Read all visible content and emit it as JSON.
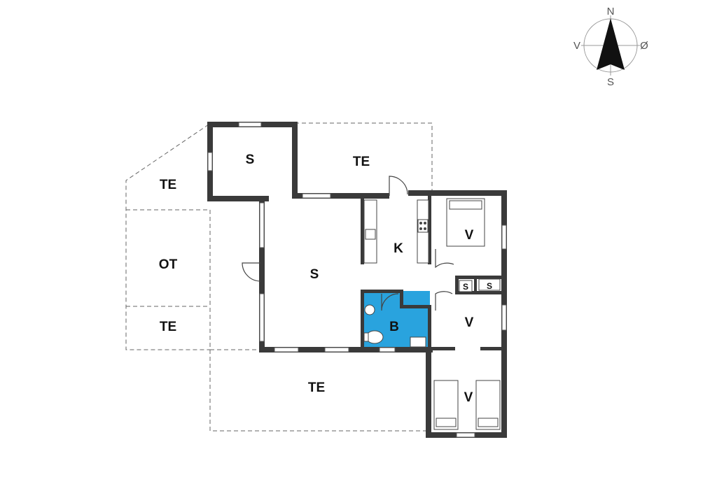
{
  "floorplan": {
    "rooms": {
      "s_top": "S",
      "te_top": "TE",
      "te_left_top": "TE",
      "ot": "OT",
      "te_left_bottom": "TE",
      "s_living": "S",
      "k": "K",
      "b": "B",
      "v_top": "V",
      "v_mid": "V",
      "v_bottom": "V",
      "te_bottom": "TE",
      "s_closet_1": "S",
      "s_closet_2": "S"
    },
    "bathroom_color": "#29a3de"
  },
  "compass": {
    "north": "N",
    "south": "S",
    "west": "V",
    "east": "Ø"
  }
}
